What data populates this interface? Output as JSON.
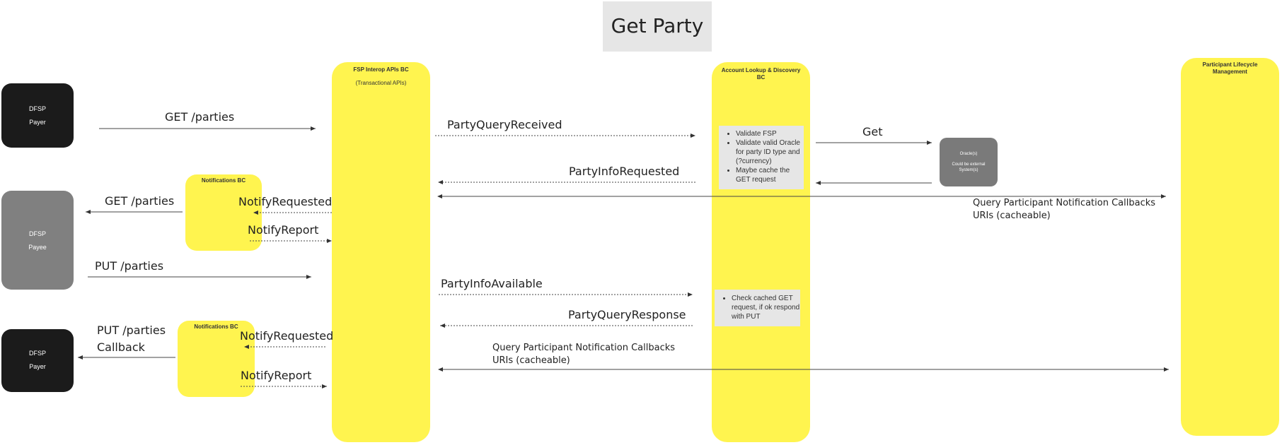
{
  "title": "Get Party",
  "actors": {
    "payer_top": {
      "line1": "DFSP",
      "line2": "Payer"
    },
    "payee": {
      "line1": "DFSP",
      "line2": "Payee"
    },
    "payer_bottom": {
      "line1": "DFSP",
      "line2": "Payer"
    }
  },
  "bcs": {
    "fsp_interop": {
      "name": "FSP Interop APIs BC",
      "sub": "(Transactional APIs)"
    },
    "account_lookup": {
      "name": "Account Lookup & Discovery BC"
    },
    "participant_lifecycle": {
      "name": "Participant Lifecycle Management"
    },
    "notifications_top": {
      "name": "Notifications BC"
    },
    "notifications_bottom": {
      "name": "Notifications BC"
    },
    "oracle": {
      "line1": "Oracle(s)",
      "line2": "Could be external System(s)"
    }
  },
  "notes": {
    "validate": [
      "Validate FSP",
      "Validate valid Oracle for party ID type and (?currency)",
      "Maybe cache the GET request"
    ],
    "check_cached": [
      "Check cached GET request, if ok respond with PUT"
    ]
  },
  "messages": {
    "get_parties_payer": "GET /parties",
    "party_query_received": "PartyQueryReceived",
    "get_oracle": "Get",
    "party_info_requested": "PartyInfoRequested",
    "query_participant_top": "Query Participant Notification Callbacks URIs (cacheable)",
    "get_parties_payee": "GET /parties",
    "notify_requested_top": "NotifyRequested",
    "notify_report_top": "NotifyReport",
    "put_parties_payee": "PUT /parties",
    "party_info_available": "PartyInfoAvailable",
    "party_query_response": "PartyQueryResponse",
    "put_parties_callback": "PUT /parties Callback",
    "notify_requested_bottom": "NotifyRequested",
    "query_participant_bottom": "Query Participant Notification Callbacks URIs (cacheable)",
    "notify_report_bottom": "NotifyReport"
  }
}
